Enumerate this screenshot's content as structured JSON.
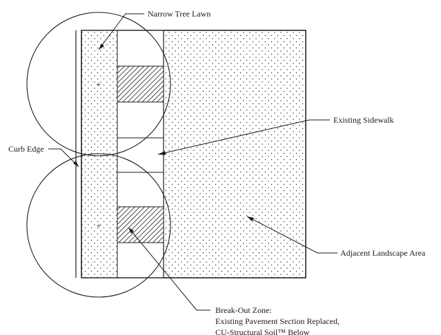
{
  "diagram": {
    "labels": {
      "narrow_tree_lawn": "Narrow Tree Lawn",
      "existing_sidewalk": "Existing Sidewalk",
      "curb_edge": "Curb Edge",
      "adjacent_landscape_area": "Adjacent Landscape Area",
      "break_out_zone_line1": "Break-Out Zone:",
      "break_out_zone_line2": "Existing Pavement Section Replaced,",
      "break_out_zone_line3": "CU-Structural Soil™ Below"
    },
    "tree_marker": "+",
    "colors": {
      "line": "#1a1a1a",
      "stipple": "#333333",
      "paper": "#ffffff"
    }
  }
}
